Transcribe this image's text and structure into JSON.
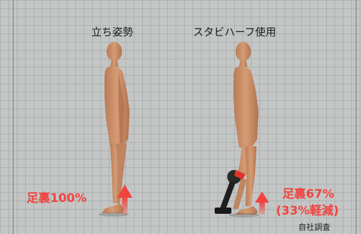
{
  "labels": {
    "standing": "立ち姿勢",
    "stabi": "スタビハーフ使用"
  },
  "values": {
    "left_sole": "足裏100%",
    "right_sole": "足裏67%",
    "right_reduction": "(33%軽減)"
  },
  "note": "自社調査",
  "colors": {
    "background": "#c4c6c6",
    "grid": "#aeb1b1",
    "accent_red": "#f0453f",
    "skin": "#c98f68"
  }
}
